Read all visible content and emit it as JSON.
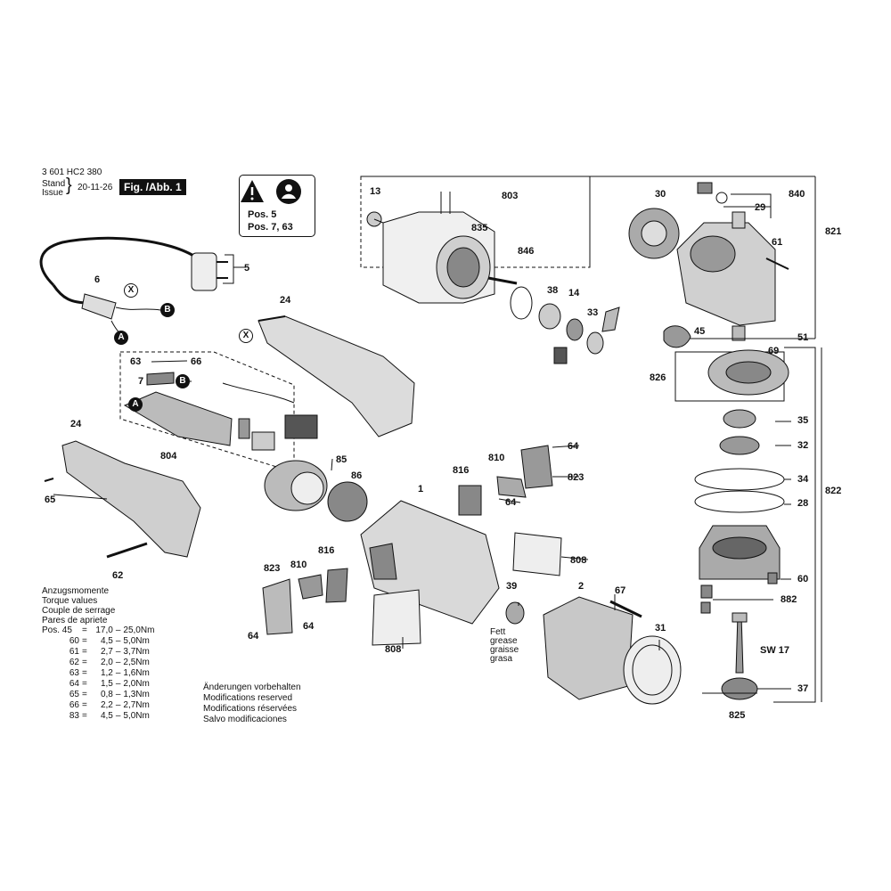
{
  "header": {
    "part_number": "3 601 HC2 380",
    "stand": "Stand",
    "issue": "Issue",
    "date": "20-11-26",
    "figure": "Fig. /Abb. 1"
  },
  "warning": {
    "line1": "Pos. 5",
    "line2": "Pos. 7, 63"
  },
  "markers": {
    "a": "A",
    "b": "B",
    "x": "X"
  },
  "part_labels": {
    "p1": "1",
    "p2": "2",
    "p5": "5",
    "p6": "6",
    "p7": "7",
    "p13": "13",
    "p14": "14",
    "p24a": "24",
    "p24b": "24",
    "p28": "28",
    "p29": "29",
    "p30": "30",
    "p31": "31",
    "p32": "32",
    "p33": "33",
    "p34": "34",
    "p35": "35",
    "p37": "37",
    "p38": "38",
    "p39": "39",
    "p45": "45",
    "p51": "51",
    "p60": "60",
    "p61": "61",
    "p62": "62",
    "p63": "63",
    "p64a": "64",
    "p64b": "64",
    "p64c": "64",
    "p64d": "64",
    "p65": "65",
    "p66": "66",
    "p67": "67",
    "p69": "69",
    "p803": "803",
    "p804": "804",
    "p808a": "808",
    "p808b": "808",
    "p810a": "810",
    "p810b": "810",
    "p816a": "816",
    "p816b": "816",
    "p821": "821",
    "p822": "822",
    "p823a": "823",
    "p823b": "823",
    "p825": "825",
    "p826": "826",
    "p835": "835",
    "p840": "840",
    "p846": "846",
    "p882": "882",
    "p85": "85",
    "p86": "86",
    "sw17": "SW 17"
  },
  "grease": [
    "Fett",
    "grease",
    "graisse",
    "grasa"
  ],
  "torque": {
    "headings": [
      "Anzugsmomente",
      "Torque values",
      "Couple de serrage",
      "Pares de apriete"
    ],
    "rows": [
      {
        "pos": "Pos. 45",
        "eq": "=",
        "min": "17,0",
        "dash": "–",
        "max": "25,0Nm"
      },
      {
        "pos": "60",
        "eq": "=",
        "min": "4,5",
        "dash": "–",
        "max": "5,0Nm"
      },
      {
        "pos": "61",
        "eq": "=",
        "min": "2,7",
        "dash": "–",
        "max": "3,7Nm"
      },
      {
        "pos": "62",
        "eq": "=",
        "min": "2,0",
        "dash": "–",
        "max": "2,5Nm"
      },
      {
        "pos": "63",
        "eq": "=",
        "min": "1,2",
        "dash": "–",
        "max": "1,6Nm"
      },
      {
        "pos": "64",
        "eq": "=",
        "min": "1,5",
        "dash": "–",
        "max": "2,0Nm"
      },
      {
        "pos": "65",
        "eq": "=",
        "min": "0,8",
        "dash": "–",
        "max": "1,3Nm"
      },
      {
        "pos": "66",
        "eq": "=",
        "min": "2,2",
        "dash": "–",
        "max": "2,7Nm"
      },
      {
        "pos": "83",
        "eq": "=",
        "min": "4,5",
        "dash": "–",
        "max": "5,0Nm"
      }
    ]
  },
  "modifications": [
    "Änderungen vorbehalten",
    "Modifications reserved",
    "Modifications réservées",
    "Salvo modificaciones"
  ]
}
